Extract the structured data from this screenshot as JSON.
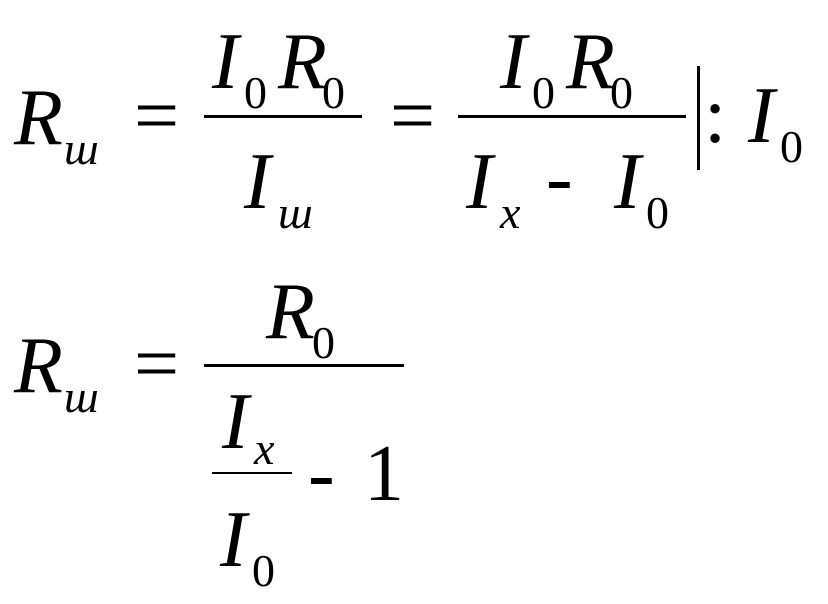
{
  "symbols": {
    "R": "R",
    "I": "I",
    "sh": "ш",
    "zero": "0",
    "x": "x",
    "equals": "=",
    "minus": "-",
    "one": "1",
    "colon": ":"
  }
}
